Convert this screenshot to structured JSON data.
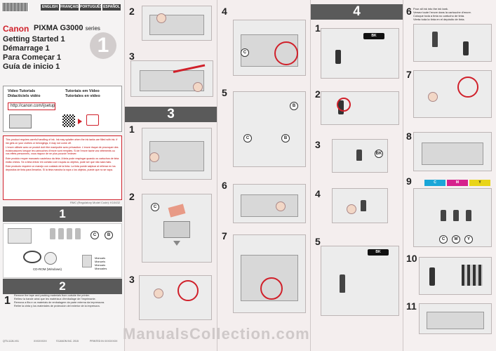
{
  "languages": [
    "ENGLISH",
    "FRANÇAIS",
    "PORTUGUÊS",
    "ESPAÑOL"
  ],
  "brand": "Canon",
  "model": "PIXMA G3000",
  "model_series": "series",
  "titles": [
    "Getting Started 1",
    "Démarrage 1",
    "Para Começar 1",
    "Guía de inicio 1"
  ],
  "sheet_number": "1",
  "video": {
    "l1": "Video Tutorials",
    "l2": "Didacticiels vidéo",
    "r1": "Tutoriais em Vídeo",
    "r2": "Tutoriales en vídeo",
    "url": "http://canon.com/ijsetup"
  },
  "warning": [
    "This product requires careful handling of ink. Ink may splatter when the ink tanks are filled with ink. If ink gets on your clothes or belongings, it may not come off.",
    "L'encre utilisée avec ce produit doit être manipulée avec précaution. L'encre risque de provoquer des éclaboussures lorsque les cartouches d'encre sont remplies. Si de l'encre tache vos vêtements ou vos effets personnels, vous risquez de ne plus pouvoir l'enlever.",
    "Este produto requer manuseio cauteloso da tinta. A tinta pode respingar quando os cartuchos de tinta estão cheios. Se a tinta entrar em contato com roupas ou objetos, pode ser que não saia mais.",
    "Este producto requiere un manejo con cuidado de la tinta. La tinta puede salpicar al rellenar en los depósitos de tinta para llenarlos. Si la tinta mancha la ropa o los objetos, puede que no se vaya."
  ],
  "regulatory": "RMC (Regulatory Model Code): K10432",
  "section1": "1",
  "section2": "2",
  "section3": "3",
  "section4": "4",
  "cdrom": "CD-ROM (Windows)",
  "manuals": [
    "Manuals",
    "Manuels",
    "Manuais",
    "Manuales"
  ],
  "step1_lines": [
    "Remove the tape and packing materials from outside the printer.",
    "Retirez la bande ainsi que les matériaux d'emballage de l'imprimante.",
    "Remova a fita e os materiais de embalagem da parte externa da impressora.",
    "Retire la cinta y los materiales de protección del exterior de la impresora."
  ],
  "footer": [
    "QT5-1126-V01",
    "XXXXXXXX",
    "©CANON INC. 2015",
    "PRINTED IN XXXXXXXX"
  ],
  "step6_lines": [
    "Pour all ink into the ink tank.",
    "Versez toute l'encre dans la cartouche d'encre.",
    "Coloque toda a tinta no cartucho de tinta.",
    "Vierta toda la tinta en el depósito de tinta."
  ],
  "labels": {
    "bk": "BK",
    "c": "C",
    "m": "M",
    "y": "Y",
    "b": "B"
  },
  "watermark": "ManualsCollection.com",
  "steps": {
    "p1": [
      "2",
      "3"
    ],
    "p1b": [
      "1",
      "2",
      "3"
    ],
    "p2": [
      "4",
      "5",
      "6",
      "7"
    ],
    "p3": [
      "1",
      "2",
      "3",
      "4",
      "5"
    ],
    "p4": [
      "6",
      "7",
      "8",
      "9",
      "10",
      "11"
    ]
  }
}
